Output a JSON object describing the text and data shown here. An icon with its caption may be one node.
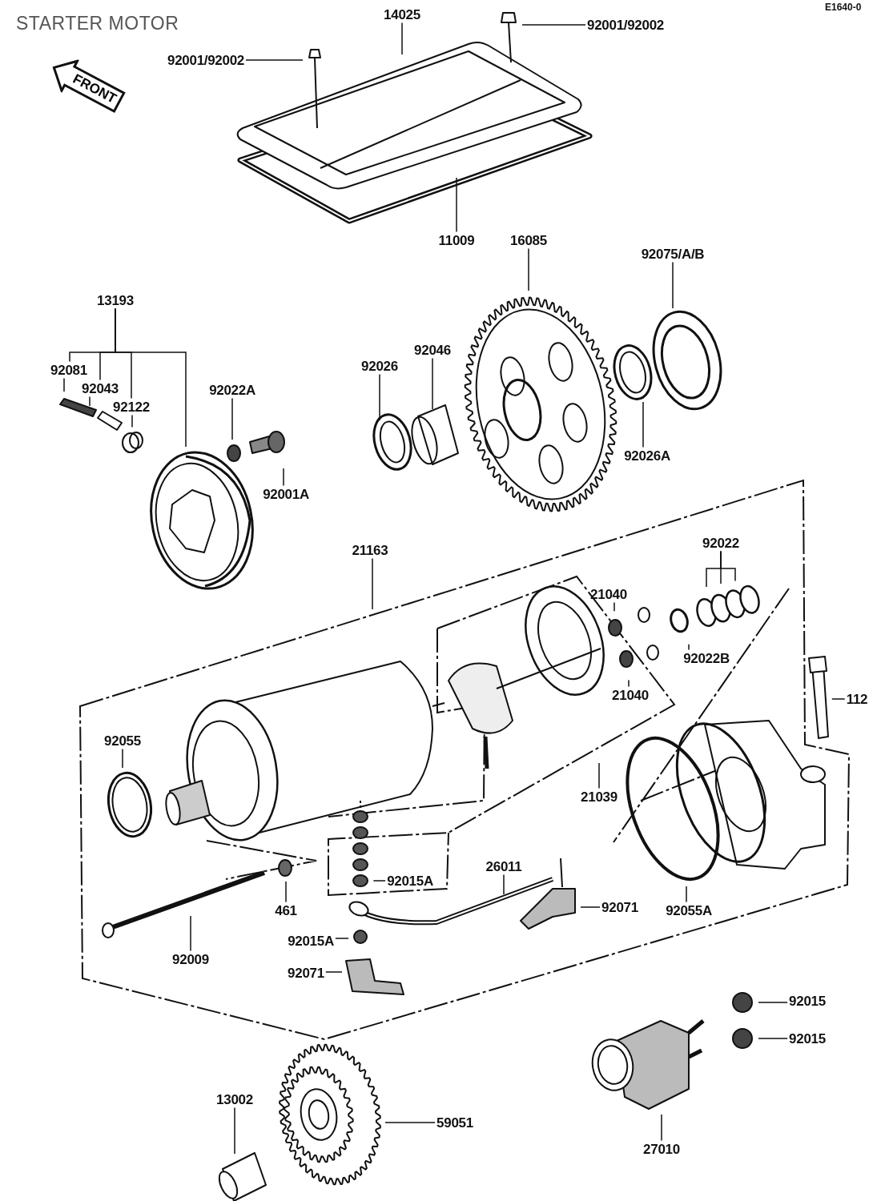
{
  "diagram": {
    "title": "STARTER MOTOR",
    "nodes": [
      {
        "text": [
          "FRONT"
        ]
      },
      {
        "text": [
          "14025"
        ]
      },
      {
        "text": [
          "92001/92002"
        ]
      },
      {
        "text": [
          "92001/92002"
        ]
      },
      {
        "text": [
          "11009"
        ]
      },
      {
        "text": [
          "16085"
        ]
      },
      {
        "text": [
          "92075/A/B"
        ]
      },
      {
        "text": [
          "13193"
        ]
      },
      {
        "text": [
          "92081"
        ]
      },
      {
        "text": [
          "92043"
        ]
      },
      {
        "text": [
          "92122"
        ]
      },
      {
        "text": [
          "92022A"
        ]
      },
      {
        "text": [
          "92001A"
        ]
      },
      {
        "text": [
          "92026"
        ]
      },
      {
        "text": [
          "92046"
        ]
      },
      {
        "text": [
          "92026A"
        ]
      },
      {
        "text": [
          "21163"
        ]
      },
      {
        "text": [
          "92022"
        ]
      },
      {
        "text": [
          "21040"
        ]
      },
      {
        "text": [
          "92022B"
        ]
      },
      {
        "text": [
          "21040"
        ]
      },
      {
        "text": [
          "112"
        ]
      },
      {
        "text": [
          "92055"
        ]
      },
      {
        "text": [
          "21039"
        ]
      },
      {
        "text": [
          "92015A"
        ]
      },
      {
        "text": [
          "26011"
        ]
      },
      {
        "text": [
          "92071"
        ]
      },
      {
        "text": [
          "92055A"
        ]
      },
      {
        "text": [
          "461"
        ]
      },
      {
        "text": [
          "92009"
        ]
      },
      {
        "text": [
          "92015A"
        ]
      },
      {
        "text": [
          "92071"
        ]
      },
      {
        "text": [
          "92015"
        ]
      },
      {
        "text": [
          "92015"
        ]
      },
      {
        "text": [
          "13002"
        ]
      },
      {
        "text": [
          "59051"
        ]
      },
      {
        "text": [
          "27010"
        ]
      }
    ],
    "edges": [
      {
        "from": 1,
        "to": null,
        "arrow": "none"
      },
      {
        "from": 2,
        "to": null,
        "arrow": "none"
      },
      {
        "from": 3,
        "to": null,
        "arrow": "none"
      },
      {
        "from": 4,
        "to": null,
        "arrow": "none"
      },
      {
        "from": 5,
        "to": null,
        "arrow": "none"
      },
      {
        "from": 6,
        "to": null,
        "arrow": "none"
      },
      {
        "from": 7,
        "to": null,
        "arrow": "none"
      },
      {
        "from": 7,
        "to": 8,
        "arrow": "none"
      },
      {
        "from": 7,
        "to": 9,
        "arrow": "none"
      },
      {
        "from": 7,
        "to": 10,
        "arrow": "none"
      },
      {
        "from": 8,
        "to": null,
        "arrow": "none"
      },
      {
        "from": 9,
        "to": null,
        "arrow": "none"
      },
      {
        "from": 10,
        "to": null,
        "arrow": "none"
      },
      {
        "from": 11,
        "to": null,
        "arrow": "none"
      },
      {
        "from": 12,
        "to": null,
        "arrow": "none"
      },
      {
        "from": 13,
        "to": null,
        "arrow": "none"
      },
      {
        "from": 14,
        "to": null,
        "arrow": "none"
      },
      {
        "from": 15,
        "to": null,
        "arrow": "none"
      },
      {
        "from": 16,
        "to": null,
        "arrow": "none"
      },
      {
        "from": 17,
        "to": null,
        "arrow": "none"
      },
      {
        "from": 17,
        "to": null,
        "arrow": "none"
      },
      {
        "from": 17,
        "to": null,
        "arrow": "none"
      },
      {
        "from": 18,
        "to": null,
        "arrow": "none"
      },
      {
        "from": 19,
        "to": null,
        "arrow": "none"
      },
      {
        "from": 20,
        "to": null,
        "arrow": "none"
      },
      {
        "from": 21,
        "to": null,
        "arrow": "none"
      },
      {
        "from": 22,
        "to": null,
        "arrow": "none"
      },
      {
        "from": 23,
        "to": null,
        "arrow": "none"
      },
      {
        "from": 24,
        "to": null,
        "arrow": "none"
      },
      {
        "from": 25,
        "to": null,
        "arrow": "none"
      },
      {
        "from": 26,
        "to": null,
        "arrow": "none"
      },
      {
        "from": 27,
        "to": null,
        "arrow": "none"
      },
      {
        "from": 28,
        "to": null,
        "arrow": "none"
      },
      {
        "from": 29,
        "to": null,
        "arrow": "none"
      },
      {
        "from": 30,
        "to": null,
        "arrow": "none"
      },
      {
        "from": 31,
        "to": null,
        "arrow": "none"
      },
      {
        "from": 32,
        "to": null,
        "arrow": "none"
      },
      {
        "from": 33,
        "to": null,
        "arrow": "none"
      },
      {
        "from": 34,
        "to": null,
        "arrow": "none"
      },
      {
        "from": 35,
        "to": null,
        "arrow": "none"
      },
      {
        "from": 36,
        "to": null,
        "arrow": "none"
      }
    ],
    "labels": [
      "E1640-0"
    ]
  }
}
